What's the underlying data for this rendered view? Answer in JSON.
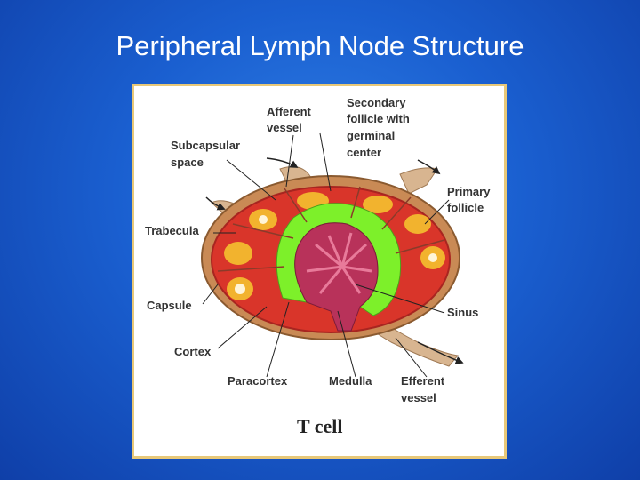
{
  "title": "Peripheral Lymph Node Structure",
  "caption": "T cell",
  "labels": {
    "afferent_vessel_1": "Afferent",
    "afferent_vessel_2": "vessel",
    "secondary_follicle_1": "Secondary",
    "secondary_follicle_2": "follicle with",
    "secondary_follicle_3": "germinal",
    "secondary_follicle_4": "center",
    "subcapsular_space_1": "Subcapsular",
    "subcapsular_space_2": "space",
    "primary_follicle_1": "Primary",
    "primary_follicle_2": "follicle",
    "trabecula": "Trabecula",
    "capsule": "Capsule",
    "sinus": "Sinus",
    "cortex": "Cortex",
    "paracortex": "Paracortex",
    "medulla": "Medulla",
    "efferent_vessel_1": "Efferent",
    "efferent_vessel_2": "vessel"
  },
  "colors": {
    "background": "#1a5fd0",
    "frame_border": "#e8c878",
    "capsule": "#c98a55",
    "cortex": "#d9352a",
    "follicle": "#f2b32e",
    "paracortex": "#7df02a",
    "medulla": "#b8325a"
  }
}
